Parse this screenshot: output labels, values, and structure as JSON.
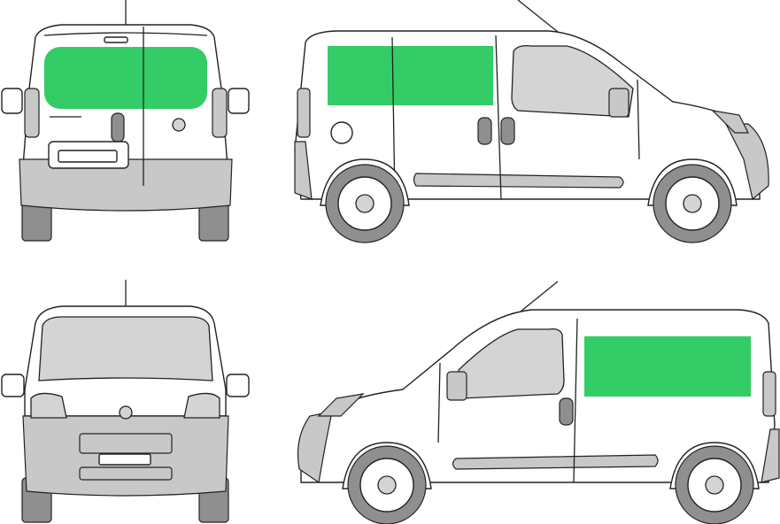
{
  "colors": {
    "highlight": "#33cc66",
    "glass": "#d4d4d4",
    "trim": "#c8c8c8",
    "tyre": "#8f8f8f",
    "outline": "#222222",
    "background": "#ffffff"
  },
  "highlighted_panels": [
    "rear-window",
    "right-side-rear-panel",
    "left-side-rear-panel"
  ]
}
